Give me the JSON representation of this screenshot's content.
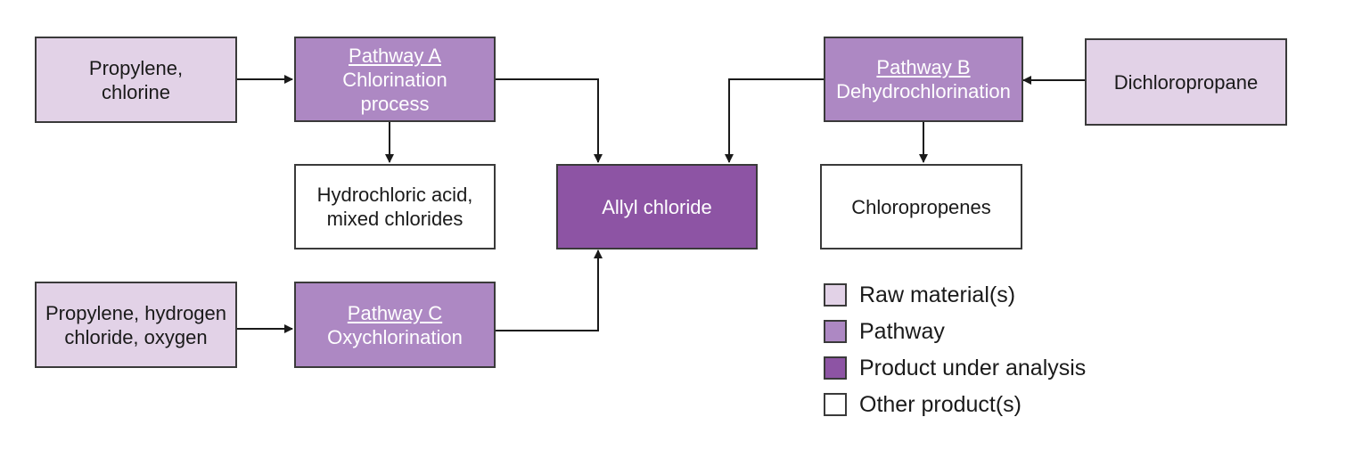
{
  "colors": {
    "raw_material": "#e2d2e7",
    "pathway": "#ad88c3",
    "product": "#8d54a4",
    "other_product": "#ffffff",
    "stroke": "#3a3a3a"
  },
  "nodes": {
    "propylene_chlorine": {
      "lines": [
        "Propylene,",
        "chlorine"
      ]
    },
    "pathway_a": {
      "title": "Pathway A",
      "lines": [
        "Chlorination",
        "process"
      ]
    },
    "hcl_mixed": {
      "lines": [
        "Hydrochloric acid,",
        "mixed chlorides"
      ]
    },
    "propylene_hcl_oxygen": {
      "lines": [
        "Propylene, hydrogen",
        "chloride, oxygen"
      ]
    },
    "pathway_c": {
      "title": "Pathway C",
      "lines": [
        "Oxychlorination"
      ]
    },
    "allyl_chloride": {
      "label": "Allyl chloride"
    },
    "pathway_b": {
      "title": "Pathway B",
      "lines": [
        "Dehydrochlorination"
      ]
    },
    "dichloropropane": {
      "label": "Dichloropropane"
    },
    "chloropropenes": {
      "label": "Chloropropenes"
    }
  },
  "legend": [
    {
      "label": "Raw material(s)",
      "color": "#e2d2e7"
    },
    {
      "label": "Pathway",
      "color": "#ad88c3"
    },
    {
      "label": "Product under analysis",
      "color": "#8d54a4"
    },
    {
      "label": "Other product(s)",
      "color": "#ffffff"
    }
  ]
}
